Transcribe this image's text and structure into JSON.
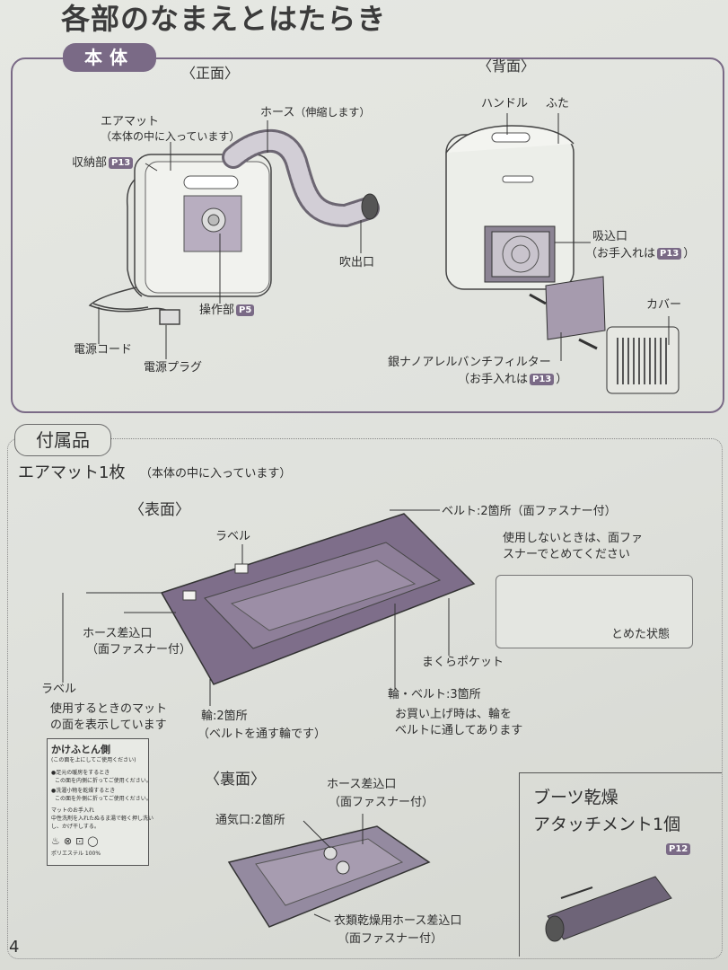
{
  "page": {
    "title": "各部のなまえとはたらき",
    "page_number": "4"
  },
  "body_section": {
    "tab": "本体",
    "front": {
      "heading": "〈正面〉",
      "air_mat": "エアマット",
      "air_mat_note": "（本体の中に入っています）",
      "storage": "収納部",
      "storage_ref": "P13",
      "hose": "ホース",
      "hose_note": "（伸縮します）",
      "outlet": "吹出口",
      "control": "操作部",
      "control_ref": "P5",
      "power_cord": "電源コード",
      "power_plug": "電源プラグ"
    },
    "back": {
      "heading": "〈背面〉",
      "handle": "ハンドル",
      "lid": "ふた",
      "intake": "吸込口",
      "intake_note_pre": "（お手入れは",
      "intake_ref": "P13",
      "intake_note_post": "）",
      "cover": "カバー",
      "filter": "銀ナノアレルバンチフィルター",
      "filter_note_pre": "（お手入れは",
      "filter_ref": "P13",
      "filter_note_post": "）"
    }
  },
  "accessories": {
    "tab": "付属品",
    "mat_title": "エアマット1枚",
    "mat_note": "（本体の中に入っています）",
    "front_heading": "〈表面〉",
    "label_top": "ラベル",
    "belt": "ベルト:2箇所（面ファスナー付）",
    "belt_note1": "使用しないときは、面ファ",
    "belt_note2": "スナーでとめてください",
    "fastened": "とめた状態",
    "hose_inlet": "ホース差込口",
    "hose_inlet_note": "（面ファスナー付）",
    "pillow_pocket": "まくらポケット",
    "label_left": "ラベル",
    "label_left_note1": "使用するときのマット",
    "label_left_note2": "の面を表示しています",
    "ring": "輪:2箇所",
    "ring_note": "（ベルトを通す輪です）",
    "ring_belt": "輪・ベルト:3箇所",
    "ring_belt_note1": "お買い上げ時は、輪を",
    "ring_belt_note2": "ベルトに通してあります",
    "tag": {
      "title": "かけふとん側",
      "sub": "(この面を上にしてご使用ください)",
      "line1": "●足元の暖房をするとき",
      "line2": "この面を内側に折ってご使用ください。",
      "line3": "●洗濯小物を乾燥するとき",
      "line4": "この面を外側に折ってご使用ください。",
      "line5": "マットのお手入れ",
      "line6": "中性洗剤を入れたぬるま湯で軽く押し洗い",
      "line7": "し、かげ干しする。",
      "line8": "ポリエステル 100%"
    },
    "back_heading": "〈裏面〉",
    "vent": "通気口:2箇所",
    "back_hose_inlet": "ホース差込口",
    "back_hose_inlet_note": "（面ファスナー付）",
    "clothes_inlet": "衣類乾燥用ホース差込口",
    "clothes_inlet_note": "（面ファスナー付）",
    "boots_title1": "ブーツ乾燥",
    "boots_title2": "アタッチメント1個",
    "boots_ref": "P12"
  },
  "colors": {
    "accent": "#7a6a86",
    "mat_fill": "#8a7a94",
    "line": "#333333"
  }
}
